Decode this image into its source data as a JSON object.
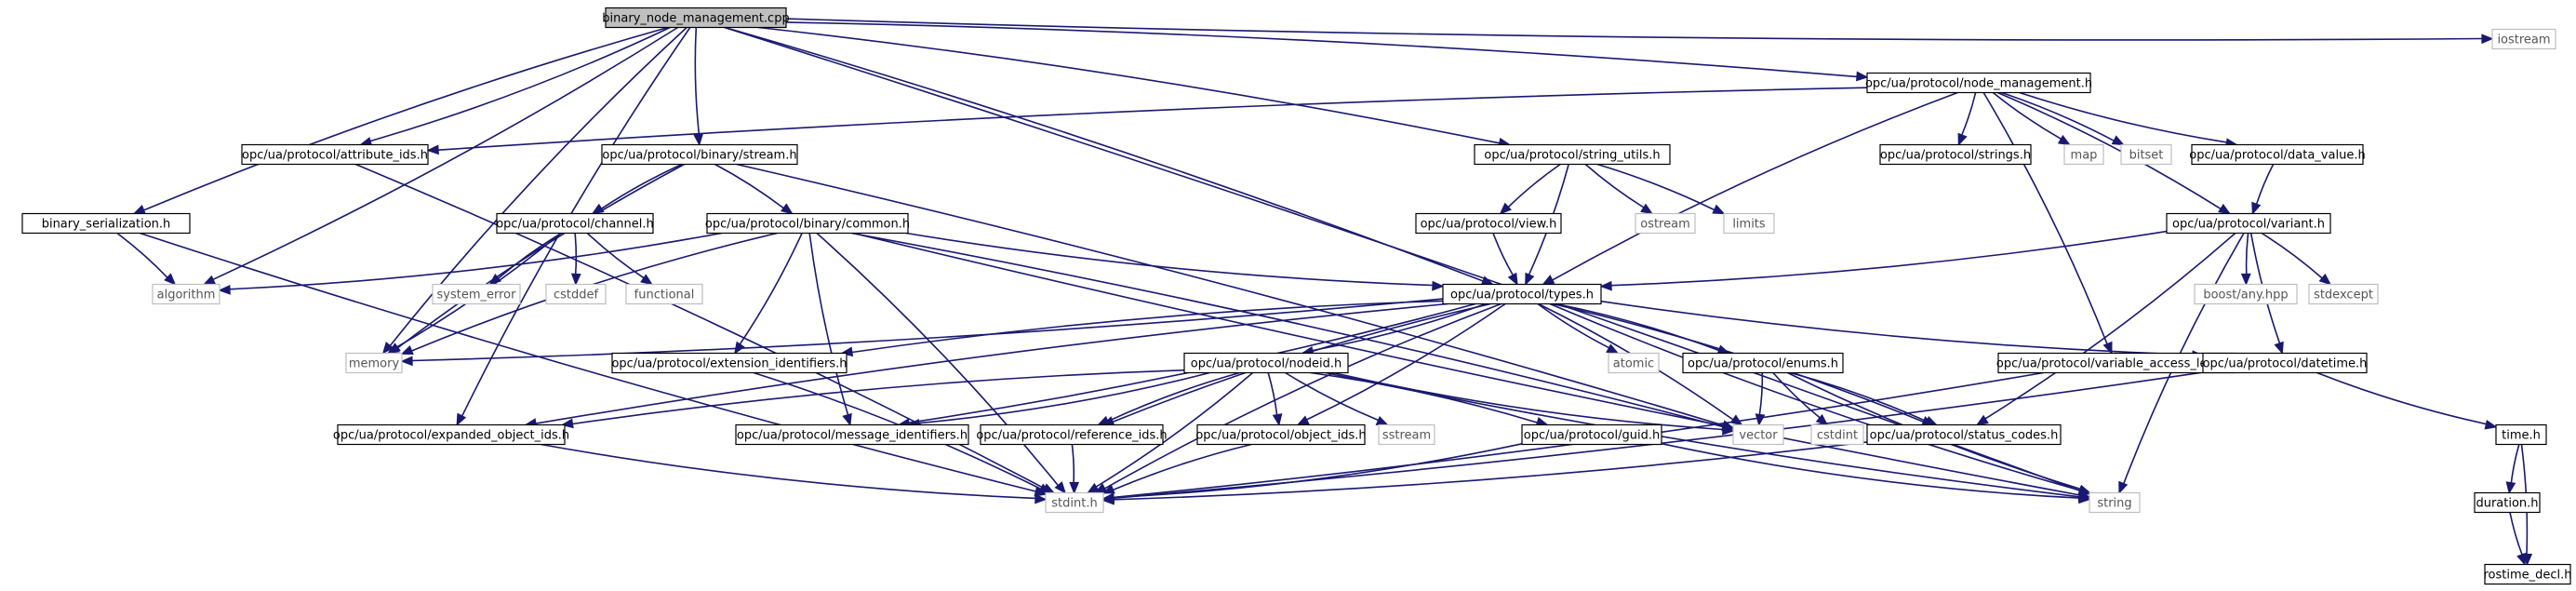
{
  "colors": {
    "edge": "#191970",
    "node_border": "#000000",
    "sys_border": "#bfbfbf",
    "root_fill": "#bfbfbf",
    "text": "#000000",
    "sys_text": "#555555"
  },
  "nodes": [
    {
      "id": "root",
      "label": "binary_node_management.cpp",
      "kind": "root"
    },
    {
      "id": "iostream",
      "label": "iostream",
      "kind": "system"
    },
    {
      "id": "node_management",
      "label": "opc/ua/protocol/node_management.h",
      "kind": "local"
    },
    {
      "id": "attribute_ids",
      "label": "opc/ua/protocol/attribute_ids.h",
      "kind": "local"
    },
    {
      "id": "stream",
      "label": "opc/ua/protocol/binary/stream.h",
      "kind": "local"
    },
    {
      "id": "string_utils",
      "label": "opc/ua/protocol/string_utils.h",
      "kind": "local"
    },
    {
      "id": "strings",
      "label": "opc/ua/protocol/strings.h",
      "kind": "local"
    },
    {
      "id": "map",
      "label": "map",
      "kind": "system"
    },
    {
      "id": "bitset",
      "label": "bitset",
      "kind": "system"
    },
    {
      "id": "data_value",
      "label": "opc/ua/protocol/data_value.h",
      "kind": "local"
    },
    {
      "id": "binary_serialization",
      "label": "binary_serialization.h",
      "kind": "local"
    },
    {
      "id": "channel",
      "label": "opc/ua/protocol/channel.h",
      "kind": "local"
    },
    {
      "id": "common",
      "label": "opc/ua/protocol/binary/common.h",
      "kind": "local"
    },
    {
      "id": "view",
      "label": "opc/ua/protocol/view.h",
      "kind": "local"
    },
    {
      "id": "ostream",
      "label": "ostream",
      "kind": "system"
    },
    {
      "id": "limits",
      "label": "limits",
      "kind": "system"
    },
    {
      "id": "variant",
      "label": "opc/ua/protocol/variant.h",
      "kind": "local"
    },
    {
      "id": "algorithm",
      "label": "algorithm",
      "kind": "system"
    },
    {
      "id": "system_error",
      "label": "system_error",
      "kind": "system"
    },
    {
      "id": "cstddef",
      "label": "cstddef",
      "kind": "system"
    },
    {
      "id": "functional",
      "label": "functional",
      "kind": "system"
    },
    {
      "id": "types",
      "label": "opc/ua/protocol/types.h",
      "kind": "local"
    },
    {
      "id": "boost_any",
      "label": "boost/any.hpp",
      "kind": "system"
    },
    {
      "id": "stdexcept",
      "label": "stdexcept",
      "kind": "system"
    },
    {
      "id": "memory",
      "label": "memory",
      "kind": "system"
    },
    {
      "id": "extension_identifiers",
      "label": "opc/ua/protocol/extension_identifiers.h",
      "kind": "local"
    },
    {
      "id": "atomic",
      "label": "atomic",
      "kind": "system"
    },
    {
      "id": "enums",
      "label": "opc/ua/protocol/enums.h",
      "kind": "local"
    },
    {
      "id": "variable_access_level",
      "label": "opc/ua/protocol/variable_access_level.h",
      "kind": "local"
    },
    {
      "id": "datetime",
      "label": "opc/ua/protocol/datetime.h",
      "kind": "local"
    },
    {
      "id": "nodeid",
      "label": "opc/ua/protocol/nodeid.h",
      "kind": "local"
    },
    {
      "id": "expanded_object_ids",
      "label": "opc/ua/protocol/expanded_object_ids.h",
      "kind": "local"
    },
    {
      "id": "message_identifiers",
      "label": "opc/ua/protocol/message_identifiers.h",
      "kind": "local"
    },
    {
      "id": "reference_ids",
      "label": "opc/ua/protocol/reference_ids.h",
      "kind": "local"
    },
    {
      "id": "object_ids",
      "label": "opc/ua/protocol/object_ids.h",
      "kind": "local"
    },
    {
      "id": "sstream",
      "label": "sstream",
      "kind": "system"
    },
    {
      "id": "guid",
      "label": "opc/ua/protocol/guid.h",
      "kind": "local"
    },
    {
      "id": "vector",
      "label": "vector",
      "kind": "system"
    },
    {
      "id": "cstdint",
      "label": "cstdint",
      "kind": "system"
    },
    {
      "id": "status_codes",
      "label": "opc/ua/protocol/status_codes.h",
      "kind": "local"
    },
    {
      "id": "time",
      "label": "time.h",
      "kind": "local"
    },
    {
      "id": "stdint",
      "label": "stdint.h",
      "kind": "system"
    },
    {
      "id": "string",
      "label": "string",
      "kind": "system"
    },
    {
      "id": "duration",
      "label": "duration.h",
      "kind": "local"
    },
    {
      "id": "rostime_decl",
      "label": "rostime_decl.h",
      "kind": "local"
    }
  ],
  "edges": [
    [
      "root",
      "node_management"
    ],
    [
      "root",
      "iostream"
    ],
    [
      "root",
      "attribute_ids"
    ],
    [
      "root",
      "stream"
    ],
    [
      "root",
      "string_utils"
    ],
    [
      "root",
      "binary_serialization"
    ],
    [
      "root",
      "algorithm"
    ],
    [
      "root",
      "memory"
    ],
    [
      "root",
      "types"
    ],
    [
      "root",
      "expanded_object_ids"
    ],
    [
      "root",
      "string"
    ],
    [
      "node_management",
      "attribute_ids"
    ],
    [
      "node_management",
      "strings"
    ],
    [
      "node_management",
      "map"
    ],
    [
      "node_management",
      "bitset"
    ],
    [
      "node_management",
      "data_value"
    ],
    [
      "node_management",
      "variant"
    ],
    [
      "node_management",
      "types"
    ],
    [
      "node_management",
      "variable_access_level"
    ],
    [
      "data_value",
      "variant"
    ],
    [
      "attribute_ids",
      "stdint"
    ],
    [
      "stream",
      "channel"
    ],
    [
      "stream",
      "common"
    ],
    [
      "stream",
      "memory"
    ],
    [
      "stream",
      "vector"
    ],
    [
      "string_utils",
      "view"
    ],
    [
      "string_utils",
      "types"
    ],
    [
      "string_utils",
      "ostream"
    ],
    [
      "string_utils",
      "limits"
    ],
    [
      "view",
      "types"
    ],
    [
      "binary_serialization",
      "algorithm"
    ],
    [
      "binary_serialization",
      "stdint"
    ],
    [
      "channel",
      "memory"
    ],
    [
      "channel",
      "system_error"
    ],
    [
      "channel",
      "cstddef"
    ],
    [
      "channel",
      "functional"
    ],
    [
      "common",
      "algorithm"
    ],
    [
      "common",
      "types"
    ],
    [
      "common",
      "extension_identifiers"
    ],
    [
      "common",
      "message_identifiers"
    ],
    [
      "common",
      "stdint"
    ],
    [
      "common",
      "memory"
    ],
    [
      "common",
      "vector"
    ],
    [
      "common",
      "string"
    ],
    [
      "variant",
      "types"
    ],
    [
      "variant",
      "boost_any"
    ],
    [
      "variant",
      "stdexcept"
    ],
    [
      "variant",
      "datetime"
    ],
    [
      "variant",
      "status_codes"
    ],
    [
      "variant",
      "string"
    ],
    [
      "types",
      "memory"
    ],
    [
      "types",
      "extension_identifiers"
    ],
    [
      "types",
      "nodeid"
    ],
    [
      "types",
      "atomic"
    ],
    [
      "types",
      "enums"
    ],
    [
      "types",
      "datetime"
    ],
    [
      "types",
      "message_identifiers"
    ],
    [
      "types",
      "reference_ids"
    ],
    [
      "types",
      "object_ids"
    ],
    [
      "types",
      "expanded_object_ids"
    ],
    [
      "types",
      "vector"
    ],
    [
      "types",
      "stdint"
    ],
    [
      "types",
      "status_codes"
    ],
    [
      "types",
      "string"
    ],
    [
      "extension_identifiers",
      "stdint"
    ],
    [
      "nodeid",
      "expanded_object_ids"
    ],
    [
      "nodeid",
      "message_identifiers"
    ],
    [
      "nodeid",
      "reference_ids"
    ],
    [
      "nodeid",
      "object_ids"
    ],
    [
      "nodeid",
      "sstream"
    ],
    [
      "nodeid",
      "guid"
    ],
    [
      "nodeid",
      "vector"
    ],
    [
      "nodeid",
      "stdint"
    ],
    [
      "nodeid",
      "string"
    ],
    [
      "enums",
      "vector"
    ],
    [
      "enums",
      "cstdint"
    ],
    [
      "enums",
      "status_codes"
    ],
    [
      "enums",
      "string"
    ],
    [
      "variable_access_level",
      "stdint"
    ],
    [
      "datetime",
      "time"
    ],
    [
      "datetime",
      "stdint"
    ],
    [
      "expanded_object_ids",
      "stdint"
    ],
    [
      "reference_ids",
      "stdint"
    ],
    [
      "object_ids",
      "stdint"
    ],
    [
      "guid",
      "stdint"
    ],
    [
      "guid",
      "string"
    ],
    [
      "status_codes",
      "stdint"
    ],
    [
      "time",
      "duration"
    ],
    [
      "time",
      "rostime_decl"
    ],
    [
      "duration",
      "rostime_decl"
    ]
  ]
}
